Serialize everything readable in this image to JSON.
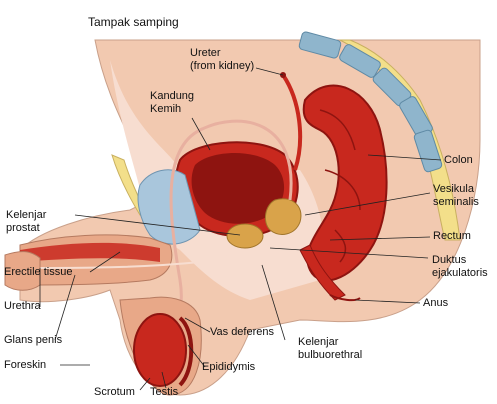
{
  "title": "Tampak samping",
  "labels": {
    "ureter": [
      "Ureter",
      "(from kidney)"
    ],
    "kandung_kemih": [
      "Kandung",
      "Kemih"
    ],
    "kelenjar_prostat": [
      "Kelenjar",
      "prostat"
    ],
    "erectile_tissue": "Erectile tissue",
    "urethra": "Urethra",
    "glans_penis": "Glans penis",
    "foreskin": "Foreskin",
    "scrotum": "Scrotum",
    "testis": "Testis",
    "epididymis": "Epididymis",
    "vas_deferens": "Vas deferens",
    "kelenjar_bulbourethral": [
      "Kelenjar",
      "bulbuorethral"
    ],
    "colon": "Colon",
    "vesikula_seminalis": [
      "Vesikula",
      "seminalis"
    ],
    "rectum": "Rectum",
    "duktus_ejakulatoris": [
      "Duktus",
      "ejakulatoris"
    ],
    "anus": "Anus"
  },
  "colors": {
    "skin": "#f2c9b0",
    "flesh": "#e8a888",
    "organ_red": "#c8281e",
    "organ_dark": "#8e1410",
    "bladder_blue": "#a9c6dc",
    "bone_yellow": "#f3df8a",
    "spine_blue": "#8fb5cc",
    "prostate_tan": "#d9a34a"
  }
}
